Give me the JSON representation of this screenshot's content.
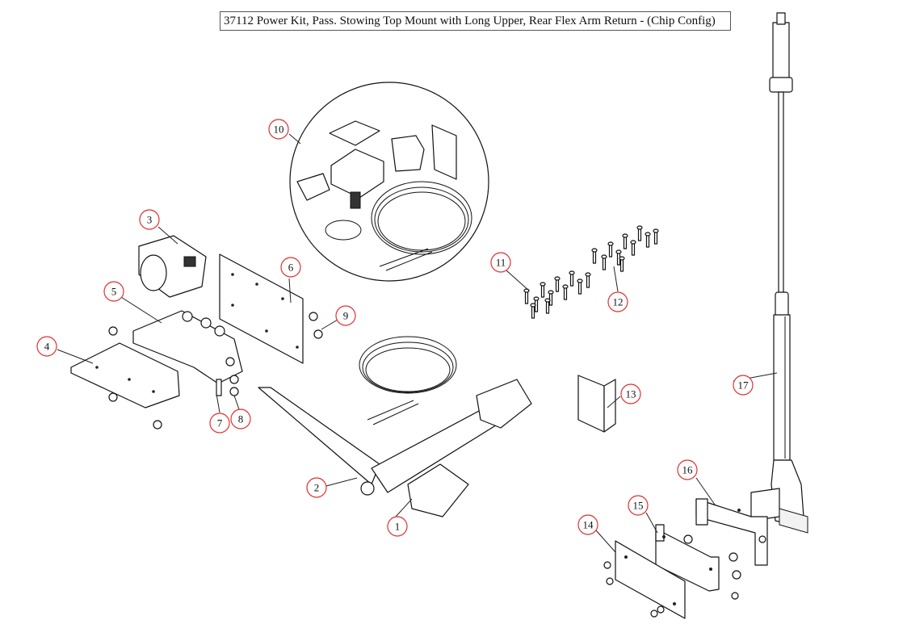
{
  "title": "37112 Power Kit, Pass. Stowing Top Mount with Long Upper, Rear Flex Arm Return - (Chip Config)",
  "callouts": [
    {
      "id": "1",
      "label": "1"
    },
    {
      "id": "2",
      "label": "2"
    },
    {
      "id": "3",
      "label": "3"
    },
    {
      "id": "4",
      "label": "4"
    },
    {
      "id": "5",
      "label": "5"
    },
    {
      "id": "6",
      "label": "6"
    },
    {
      "id": "7",
      "label": "7"
    },
    {
      "id": "8",
      "label": "8"
    },
    {
      "id": "9",
      "label": "9"
    },
    {
      "id": "10",
      "label": "10"
    },
    {
      "id": "11",
      "label": "11"
    },
    {
      "id": "12",
      "label": "12"
    },
    {
      "id": "13",
      "label": "13"
    },
    {
      "id": "14",
      "label": "14"
    },
    {
      "id": "15",
      "label": "15"
    },
    {
      "id": "16",
      "label": "16"
    },
    {
      "id": "17",
      "label": "17"
    }
  ],
  "colors": {
    "callout_ring": "#e03030",
    "line": "#111111"
  }
}
